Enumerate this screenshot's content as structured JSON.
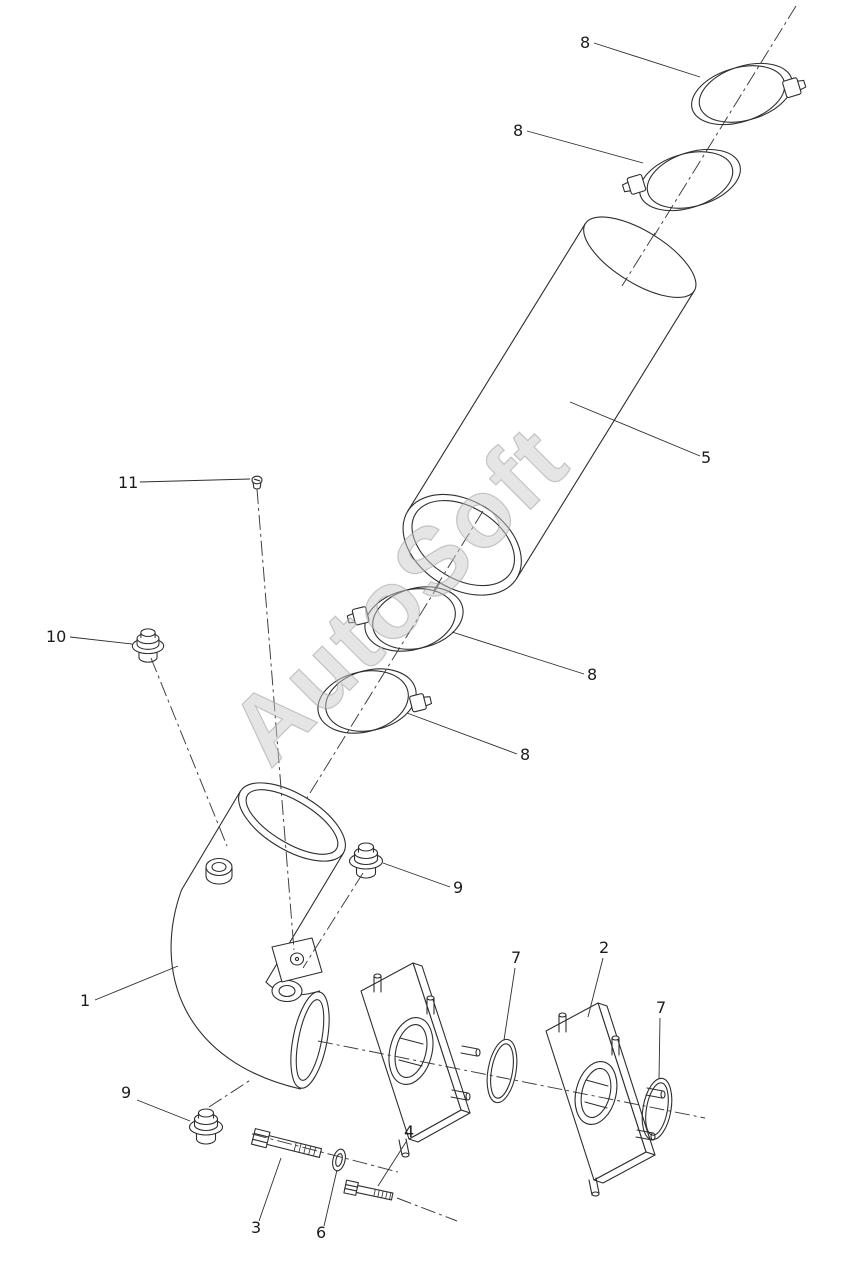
{
  "diagram": {
    "watermark": "AutoSoft",
    "colors": {
      "line": "#2e2e2e",
      "watermark_fill": "#c8c8c8",
      "watermark_stroke": "#9f9f9f",
      "background": "#ffffff"
    },
    "callouts": [
      {
        "id": "callout-8-top",
        "label": "8"
      },
      {
        "id": "callout-8-second",
        "label": "8"
      },
      {
        "id": "callout-5",
        "label": "5"
      },
      {
        "id": "callout-11",
        "label": "11"
      },
      {
        "id": "callout-10",
        "label": "10"
      },
      {
        "id": "callout-8-mid-upper",
        "label": "8"
      },
      {
        "id": "callout-8-mid-lower",
        "label": "8"
      },
      {
        "id": "callout-9-upper",
        "label": "9"
      },
      {
        "id": "callout-1",
        "label": "1"
      },
      {
        "id": "callout-2",
        "label": "2"
      },
      {
        "id": "callout-7-left",
        "label": "7"
      },
      {
        "id": "callout-7-right",
        "label": "7"
      },
      {
        "id": "callout-9-lower",
        "label": "9"
      },
      {
        "id": "callout-4",
        "label": "4"
      },
      {
        "id": "callout-3",
        "label": "3"
      },
      {
        "id": "callout-6",
        "label": "6"
      }
    ]
  }
}
